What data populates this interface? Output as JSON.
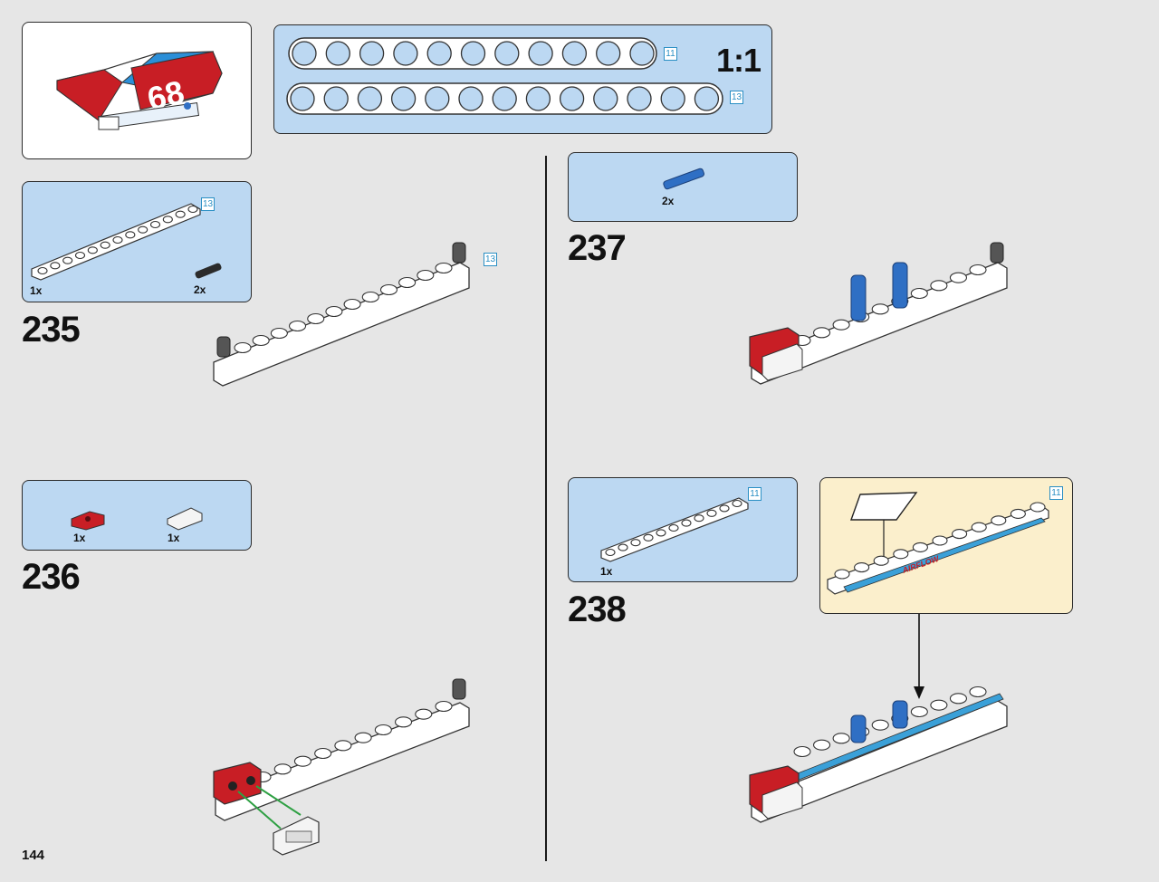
{
  "page": {
    "number": "144"
  },
  "scale_box": {
    "scale_label": "1:1",
    "beams": [
      {
        "holes": 11,
        "length_label": "11"
      },
      {
        "holes": 13,
        "length_label": "13"
      }
    ]
  },
  "steps": [
    {
      "number": "235",
      "parts": [
        {
          "qty": "1x",
          "part": "white-beam-13"
        },
        {
          "qty": "2x",
          "part": "black-pin"
        }
      ],
      "length_labels": [
        "13",
        "13"
      ]
    },
    {
      "number": "236",
      "parts": [
        {
          "qty": "1x",
          "part": "red-connector"
        },
        {
          "qty": "1x",
          "part": "white-slope-tile"
        }
      ]
    },
    {
      "number": "237",
      "parts": [
        {
          "qty": "2x",
          "part": "blue-axle-pin"
        }
      ]
    },
    {
      "number": "238",
      "parts": [
        {
          "qty": "1x",
          "part": "white-beam-11"
        }
      ],
      "length_labels": [
        "11",
        "11"
      ],
      "sticker_text": "AIRFLOW"
    }
  ],
  "colors": {
    "page_bg": "#e6e6e6",
    "parts_box": "#bcd8f2",
    "sticker_box": "#fbefcc",
    "lego_white": "#ffffff",
    "lego_red": "#c81e25",
    "lego_blue": "#2f6fc4",
    "lego_black": "#2b2b2b",
    "arrow_green": "#2ea043",
    "length_label": "#2a8fc4"
  }
}
